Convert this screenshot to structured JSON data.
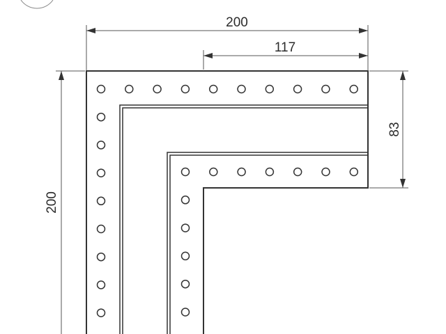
{
  "dimensions": {
    "total_width": "200",
    "inner_width": "117",
    "arm_height": "83",
    "total_height": "200"
  },
  "colors": {
    "line": "#333333",
    "background": "#ffffff"
  }
}
